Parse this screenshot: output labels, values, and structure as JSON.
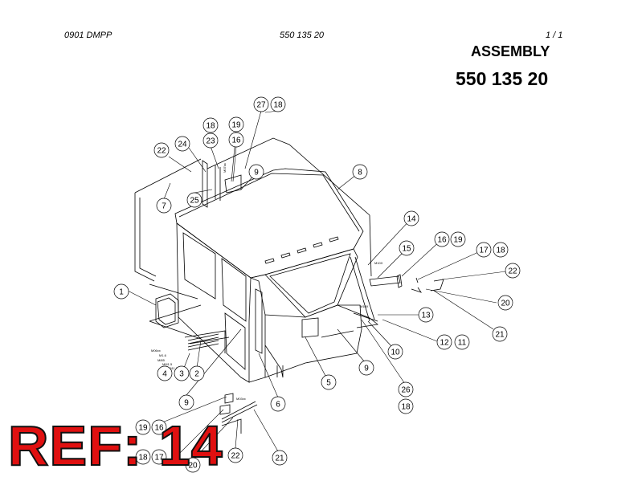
{
  "header": {
    "left": "0901 DMPP",
    "center": "550 135 20",
    "page": "1 /   1"
  },
  "title": {
    "line1": "ASSEMBLY",
    "line2": "550 135 20"
  },
  "watermark": "REF: 14",
  "callouts": [
    {
      "id": "c27",
      "label": "27"
    },
    {
      "id": "c18a",
      "label": "18"
    },
    {
      "id": "c18b",
      "label": "18"
    },
    {
      "id": "c19a",
      "label": "19"
    },
    {
      "id": "c23",
      "label": "23"
    },
    {
      "id": "c16a",
      "label": "16"
    },
    {
      "id": "c22a",
      "label": "22"
    },
    {
      "id": "c24",
      "label": "24"
    },
    {
      "id": "c9a",
      "label": "9"
    },
    {
      "id": "c8",
      "label": "8"
    },
    {
      "id": "c25",
      "label": "25"
    },
    {
      "id": "c7",
      "label": "7"
    },
    {
      "id": "c14",
      "label": "14"
    },
    {
      "id": "c15",
      "label": "15"
    },
    {
      "id": "c16b",
      "label": "16"
    },
    {
      "id": "c19b",
      "label": "19"
    },
    {
      "id": "c17a",
      "label": "17"
    },
    {
      "id": "c18c",
      "label": "18"
    },
    {
      "id": "c22b",
      "label": "22"
    },
    {
      "id": "c1",
      "label": "1"
    },
    {
      "id": "c20a",
      "label": "20"
    },
    {
      "id": "c13",
      "label": "13"
    },
    {
      "id": "c21a",
      "label": "21"
    },
    {
      "id": "c12",
      "label": "12"
    },
    {
      "id": "c11",
      "label": "11"
    },
    {
      "id": "c10",
      "label": "10"
    },
    {
      "id": "c4",
      "label": "4"
    },
    {
      "id": "c3",
      "label": "3"
    },
    {
      "id": "c2",
      "label": "2"
    },
    {
      "id": "c9b",
      "label": "9"
    },
    {
      "id": "c5",
      "label": "5"
    },
    {
      "id": "c26",
      "label": "26"
    },
    {
      "id": "c18d",
      "label": "18"
    },
    {
      "id": "c9c",
      "label": "9"
    },
    {
      "id": "c6",
      "label": "6"
    },
    {
      "id": "c19c",
      "label": "19"
    },
    {
      "id": "c16c",
      "label": "16"
    },
    {
      "id": "c18e",
      "label": "18"
    },
    {
      "id": "c17b",
      "label": "17"
    },
    {
      "id": "c20b",
      "label": "20"
    },
    {
      "id": "c22c",
      "label": "22"
    },
    {
      "id": "c21b",
      "label": "21"
    }
  ],
  "small_labels": {
    "m1": "M07xx",
    "m2": "M10X",
    "m3": "M10X",
    "m4": "M06xx",
    "m5": "M1.6",
    "m6": "M8I5",
    "m7": "M6I1.5",
    "m8": "M611.5",
    "m9": "M03xx"
  }
}
